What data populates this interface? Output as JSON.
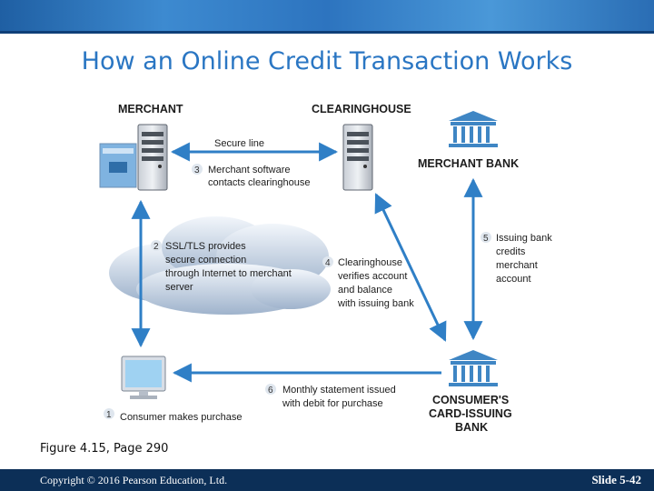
{
  "slide": {
    "title": "How an Online Credit Transaction Works",
    "figure_caption": "Figure 4.15, Page 290",
    "copyright": "Copyright © 2016 Pearson Education, Ltd.",
    "slide_number": "Slide 5-42"
  },
  "diagram": {
    "nodes": {
      "merchant": "MERCHANT",
      "clearinghouse": "CLEARINGHOUSE",
      "merchant_bank": "MERCHANT BANK",
      "issuing_bank": [
        "CONSUMER'S",
        "CARD-ISSUING",
        "BANK"
      ]
    },
    "secure_line": "Secure line",
    "steps": [
      {
        "number": "1",
        "lines": [
          "Consumer makes purchase"
        ]
      },
      {
        "number": "2",
        "lines": [
          "SSL/TLS provides",
          "secure connection",
          "through Internet to merchant",
          "server"
        ]
      },
      {
        "number": "3",
        "lines": [
          "Merchant software",
          "contacts clearinghouse"
        ]
      },
      {
        "number": "4",
        "lines": [
          "Clearinghouse",
          "verifies account",
          "and balance",
          "with issuing bank"
        ]
      },
      {
        "number": "5",
        "lines": [
          "Issuing bank",
          "credits",
          "merchant",
          "account"
        ]
      },
      {
        "number": "6",
        "lines": [
          "Monthly statement issued",
          "with debit for purchase"
        ]
      }
    ]
  },
  "colors": {
    "title": "#2a76c3",
    "arrow": "#2f7fc6",
    "footer": "#0c2f57",
    "bank": "#3f86c4"
  }
}
